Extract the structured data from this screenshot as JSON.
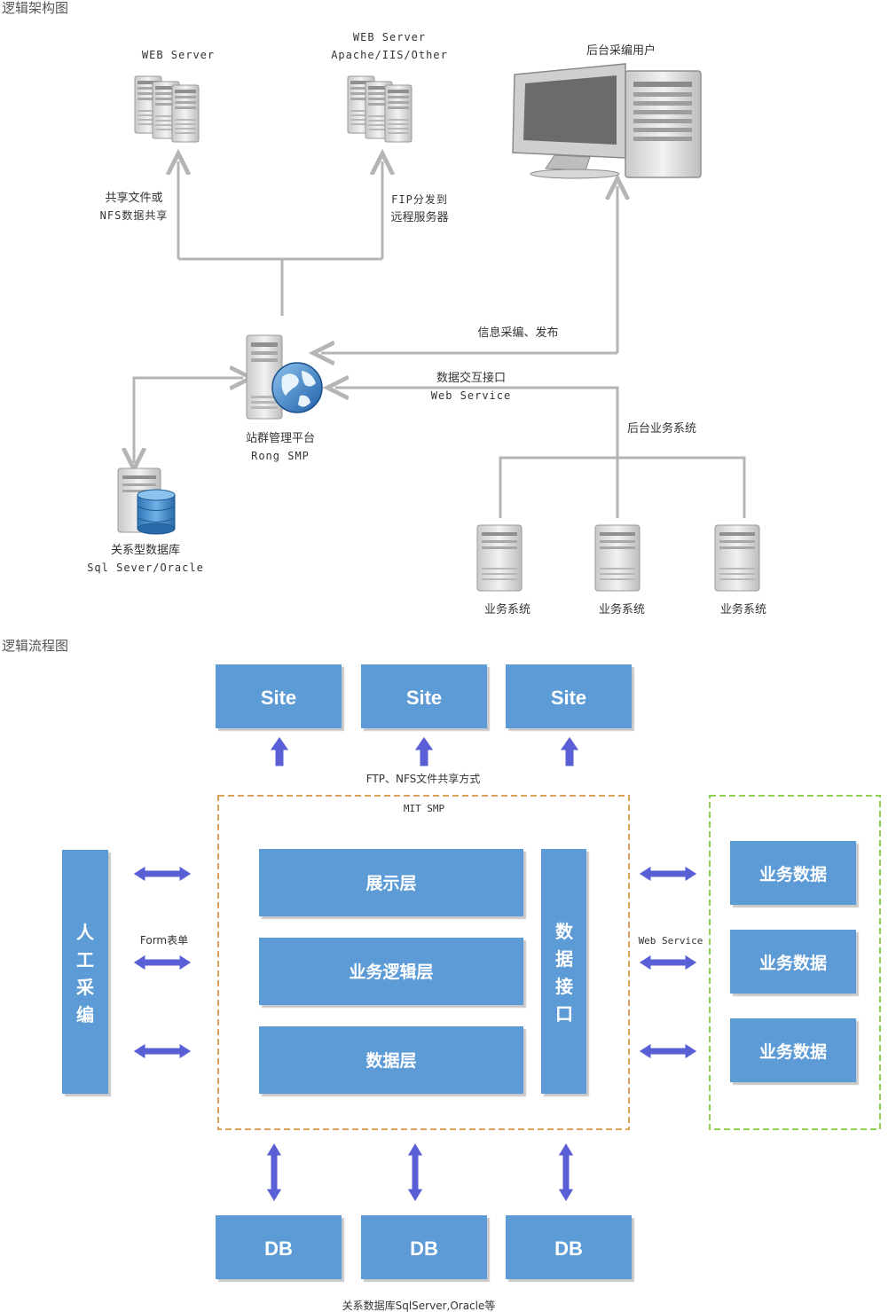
{
  "sections": {
    "architecture_title": "逻辑架构图",
    "flow_title": "逻辑流程图"
  },
  "architecture": {
    "web_server_1": "WEB Server",
    "web_server_2_line1": "WEB Server",
    "web_server_2_line2": "Apache/IIS/Other",
    "backend_user": "后台采编用户",
    "nfs_line1": "共享文件或",
    "nfs_line2": "NFS数据共享",
    "ftp_line1": "FIP分发到",
    "ftp_line2": "远程服务器",
    "publish": "信息采编、发布",
    "exchange_line1": "数据交互接口",
    "exchange_line2": "Web Service",
    "platform_line1": "站群管理平台",
    "platform_line2": "Rong SMP",
    "backend_systems": "后台业务系统",
    "database_line1": "关系型数据库",
    "database_line2": "Sql Sever/Oracle",
    "biz_system_1": "业务系统",
    "biz_system_2": "业务系统",
    "biz_system_3": "业务系统"
  },
  "flow": {
    "sites": [
      "Site",
      "Site",
      "Site"
    ],
    "ftp_label": "FTP、NFS文件共享方式",
    "mit_label": "MIT  SMP",
    "manual": [
      "人",
      "工",
      "采",
      "编"
    ],
    "form_label": "Form表单",
    "layers": [
      "展示层",
      "业务逻辑层",
      "数据层"
    ],
    "data_interface": [
      "数",
      "据",
      "接",
      "口"
    ],
    "ws_label": "Web Service",
    "biz_data": [
      "业务数据",
      "业务数据",
      "业务数据"
    ],
    "dbs": [
      "DB",
      "DB",
      "DB"
    ],
    "db_label": "关系数据库SqlServer,Oracle等"
  },
  "colors": {
    "box_blue": "#5b9bd5",
    "arrow_purple": "#5a5fd6",
    "dash_orange": "#d9a15c",
    "dash_green": "#8fd14f",
    "connector_gray": "#b5b5b5"
  }
}
